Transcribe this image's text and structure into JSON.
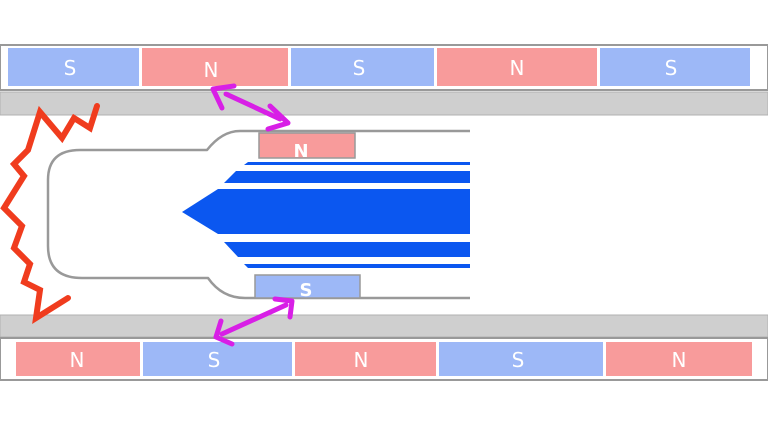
{
  "colors": {
    "north": "#f89b9b",
    "south": "#9db8f7",
    "rail": "#cfcfcf",
    "outline": "#999999",
    "train_blue": "#0b57f0",
    "arrow": "#d81fe6",
    "zigzag": "#f03c1e",
    "background": "#ffffff"
  },
  "top_magnets": [
    {
      "pole": "S",
      "label": "S"
    },
    {
      "pole": "N",
      "label": "N"
    },
    {
      "pole": "S",
      "label": "S"
    },
    {
      "pole": "N",
      "label": "N"
    },
    {
      "pole": "S",
      "label": "S"
    }
  ],
  "bottom_magnets": [
    {
      "pole": "N",
      "label": "N"
    },
    {
      "pole": "S",
      "label": "S"
    },
    {
      "pole": "N",
      "label": "N"
    },
    {
      "pole": "S",
      "label": "S"
    },
    {
      "pole": "N",
      "label": "N"
    }
  ],
  "train": {
    "top_magnet_label": "N",
    "bottom_magnet_label": "S"
  }
}
